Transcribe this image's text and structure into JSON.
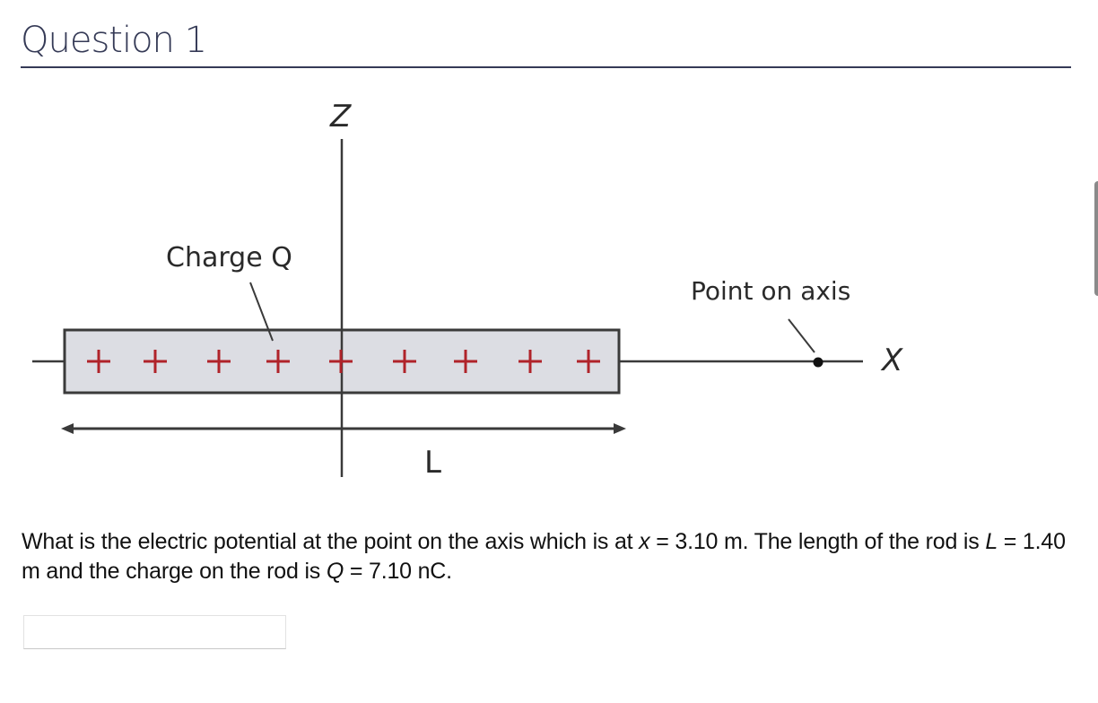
{
  "question": {
    "title": "Question 1",
    "prompt": {
      "part1": "What is the electric potential at the point on the axis which is at ",
      "x_var": "x",
      "part2": " = 3.10 m. The length of the rod is ",
      "L_var": "L",
      "part3": " = 1.40 m and the charge on the rod is ",
      "Q_var": "Q",
      "part4": " = 7.10 nC."
    },
    "answer": {
      "value": "",
      "placeholder": ""
    }
  },
  "diagram": {
    "z_axis_label": "Z",
    "x_axis_label": "X",
    "charge_label": "Charge Q",
    "point_label": "Point on axis",
    "length_label": "L",
    "plus_sign": "+",
    "charge_count": 9,
    "colors": {
      "rod_fill": "#dcdde3",
      "rod_stroke": "#3a3a3a",
      "plus": "#b0232a",
      "line": "#3a3a3a"
    }
  },
  "values": {
    "x_m": 3.1,
    "L_m": 1.4,
    "Q_nC": 7.1
  }
}
